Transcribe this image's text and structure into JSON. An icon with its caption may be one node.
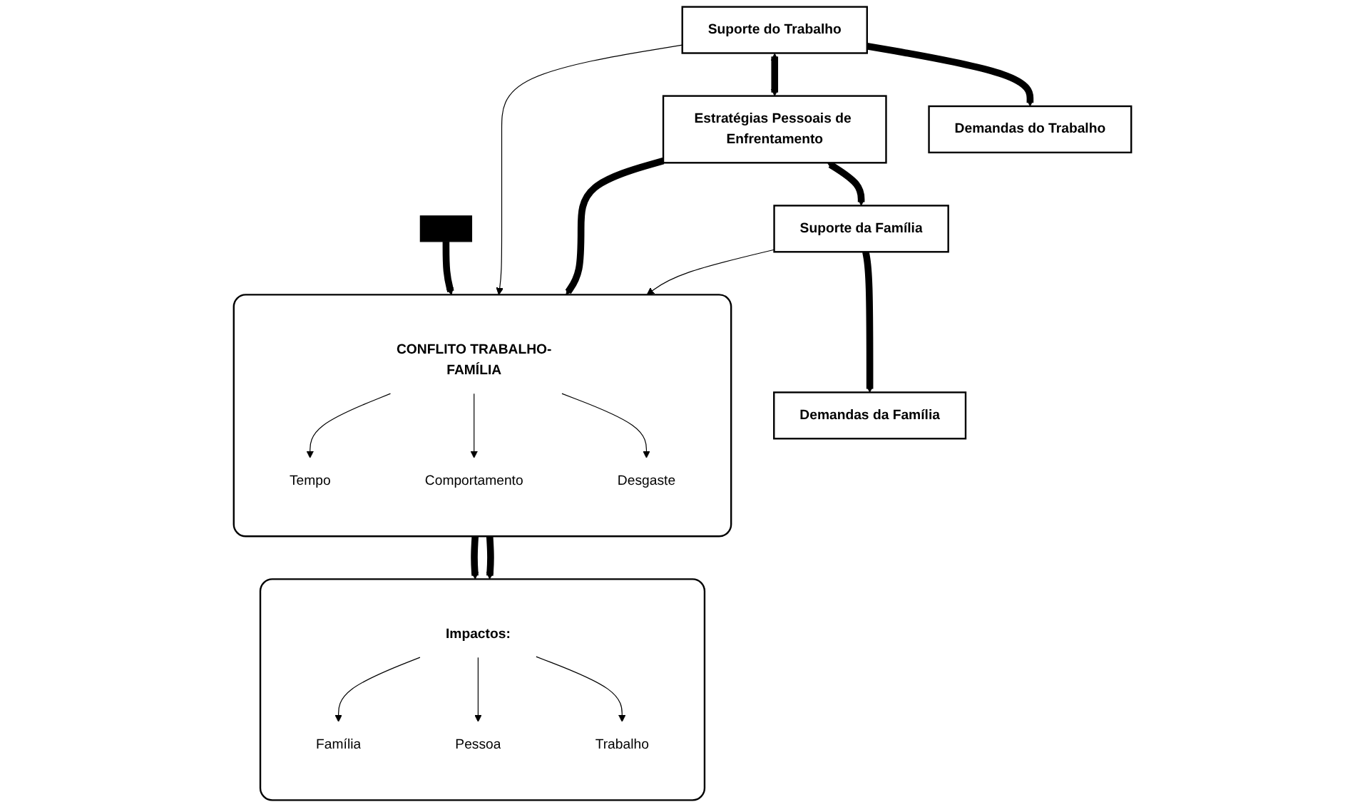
{
  "diagram": {
    "nodes": [
      {
        "text": [
          "Demandas do Trabalho"
        ]
      },
      {
        "text": [],
        "shape": "bar"
      },
      {
        "text": [
          "Demandas da Família"
        ]
      },
      {
        "text": [],
        "shape": "box"
      },
      {
        "text": [
          "CONFLITO TRABALHO-FAMÍLIA"
        ],
        "in": 3
      },
      {
        "text": [
          "Tempo"
        ],
        "in": 3
      },
      {
        "text": [
          "Comportamento"
        ],
        "in": 3
      },
      {
        "text": [
          "Desgaste"
        ],
        "in": 3
      },
      {
        "text": [
          "Suporte do Trabalho"
        ]
      },
      {
        "text": [
          "Estratégias Pessoais de Enfrentamento"
        ]
      },
      {
        "text": [
          "Suporte da Família"
        ]
      },
      {
        "text": [],
        "shape": "box"
      },
      {
        "text": [
          "Impactos:"
        ],
        "in": 11
      },
      {
        "text": [
          "Família"
        ],
        "in": 11
      },
      {
        "text": [
          "Pessoa"
        ],
        "in": 11
      },
      {
        "text": [
          "Trabalho"
        ],
        "in": 11
      }
    ],
    "edges": [
      {
        "from": 1,
        "to": 3,
        "arrow": "to",
        "style": "thick"
      },
      {
        "from": 4,
        "to": 5,
        "arrow": "to"
      },
      {
        "from": 4,
        "to": 6,
        "arrow": "to"
      },
      {
        "from": 4,
        "to": 7,
        "arrow": "to"
      },
      {
        "from": 8,
        "to": 0,
        "arrow": "to",
        "style": "thick"
      },
      {
        "from": 8,
        "to": 3,
        "arrow": "to"
      },
      {
        "from": 10,
        "to": 2,
        "arrow": "to",
        "style": "thick"
      },
      {
        "from": 10,
        "to": 3,
        "arrow": "to"
      },
      {
        "from": 9,
        "to": 3,
        "arrow": "to",
        "style": "thick"
      },
      {
        "from": 8,
        "to": 9,
        "arrow": "both",
        "style": "thick"
      },
      {
        "from": 9,
        "to": 10,
        "arrow": "both",
        "style": "thick"
      },
      {
        "from": 3,
        "to": 11,
        "arrow": "to",
        "style": "thick"
      },
      {
        "from": 3,
        "to": 11,
        "arrow": "to",
        "style": "thick"
      },
      {
        "from": 12,
        "to": 13,
        "arrow": "to"
      },
      {
        "from": 12,
        "to": 14,
        "arrow": "to"
      },
      {
        "from": 12,
        "to": 15,
        "arrow": "to"
      }
    ]
  }
}
